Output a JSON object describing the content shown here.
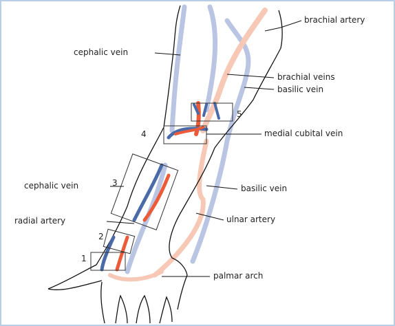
{
  "colors": {
    "outline": "#111111",
    "vein_light": "#b9c5e3",
    "artery_light": "#f7c8b5",
    "vein_dark": "#4a6aa8",
    "artery_dark": "#ec5a38",
    "border": "#b8cde6"
  },
  "labels": {
    "brachial_artery": "brachial artery",
    "cephalic_vein_upper": "cephalic vein",
    "brachial_veins": "brachial veins",
    "basilic_vein_upper": "basilic vein",
    "medial_cubital_vein": "medial cubital vein",
    "cephalic_vein_lower": "cephalic vein",
    "basilic_vein_lower": "basilic vein",
    "radial_artery": "radial artery",
    "ulnar_artery": "ulnar artery",
    "palmar_arch": "palmar arch"
  },
  "sites": {
    "s1": "1",
    "s2": "2",
    "s3": "3",
    "s4": "4",
    "s5": "5"
  }
}
